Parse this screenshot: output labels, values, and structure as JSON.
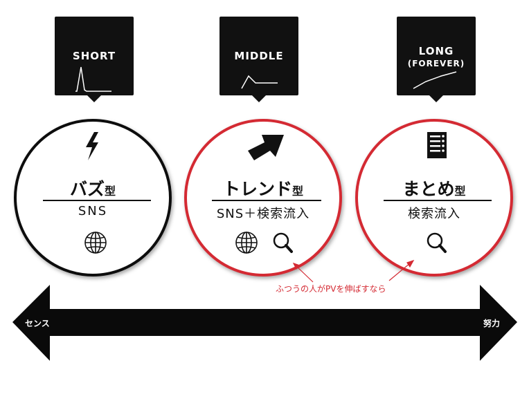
{
  "callouts": [
    {
      "lines": [
        "SHORT"
      ],
      "spark": "spike-then-flat"
    },
    {
      "lines": [
        "MIDDLE"
      ],
      "spark": "rise-then-decline"
    },
    {
      "lines": [
        "LONG",
        "(FOREVER)"
      ],
      "spark": "steady-rise"
    }
  ],
  "types": [
    {
      "title": "バズ",
      "suffix": "型",
      "channel": "SNS",
      "icon_top": "lightning-icon",
      "icons_bottom": [
        "globe-icon"
      ],
      "border": "#0d0d0d"
    },
    {
      "title": "トレンド",
      "suffix": "型",
      "channel": "SNS＋検索流入",
      "icon_top": "arrow-icon",
      "icons_bottom": [
        "globe-icon",
        "magnifier-icon"
      ],
      "border": "#d42a33"
    },
    {
      "title": "まとめ",
      "suffix": "型",
      "channel": "検索流入",
      "icon_top": "list-document-icon",
      "icons_bottom": [
        "magnifier-icon"
      ],
      "border": "#d42a33"
    }
  ],
  "annotation": {
    "text": "ふつうの人がPVを伸ばすなら",
    "color": "#d42a33"
  },
  "axis": {
    "left_label": "センス",
    "right_label": "努力"
  }
}
